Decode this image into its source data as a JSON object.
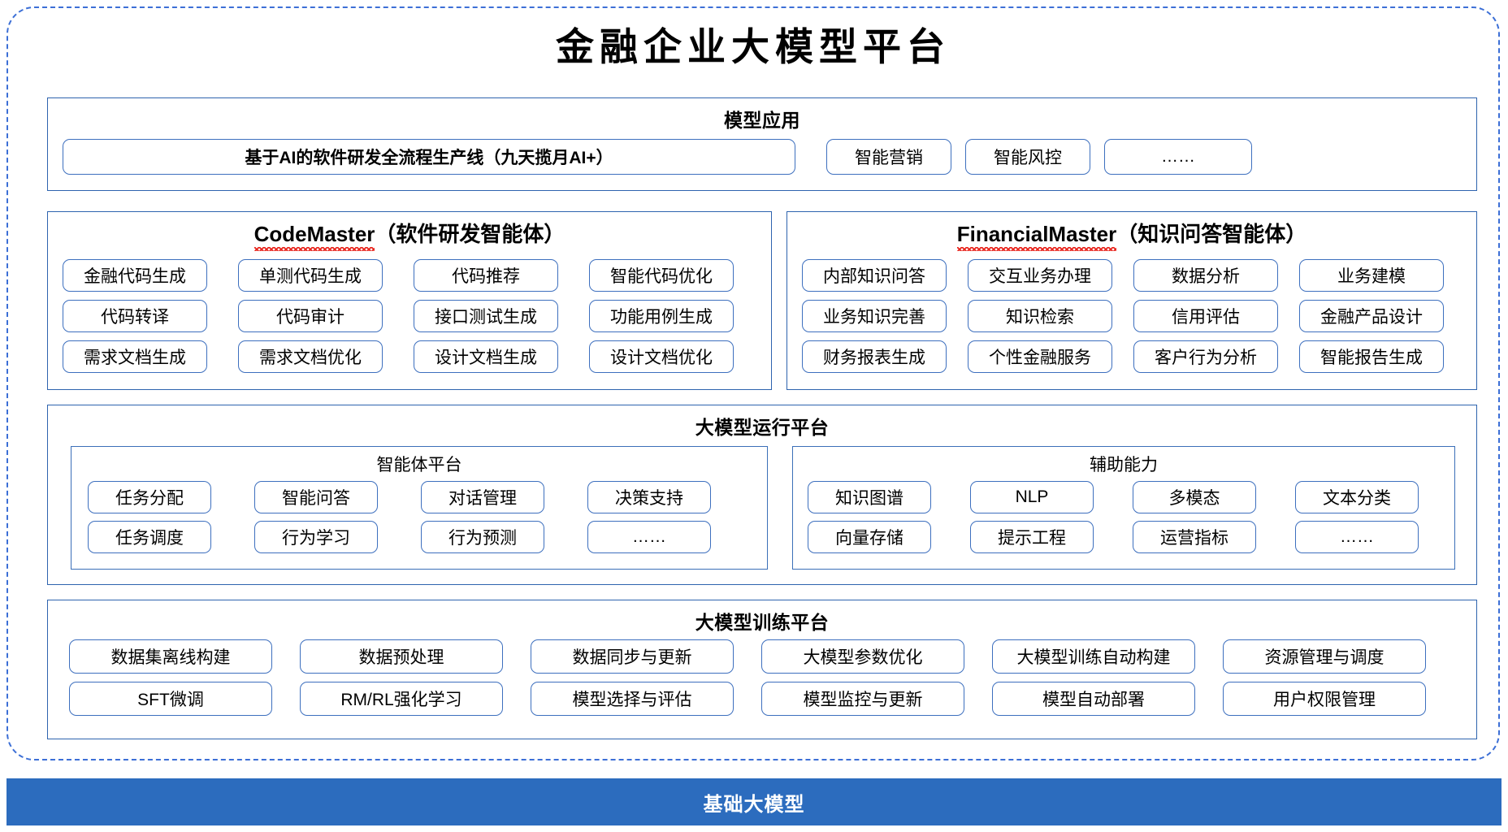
{
  "title": "金融企业大模型平台",
  "application": {
    "title": "模型应用",
    "wide_item": "基于AI的软件研发全流程生产线（九天揽月AI+）",
    "items": [
      "智能营销",
      "智能风控",
      "……"
    ]
  },
  "agents": [
    {
      "name": "CodeMaster",
      "suffix": "（软件研发智能体）",
      "misspelled": true,
      "items": [
        "金融代码生成",
        "单测代码生成",
        "代码推荐",
        "智能代码优化",
        "代码转译",
        "代码审计",
        "接口测试生成",
        "功能用例生成",
        "需求文档生成",
        "需求文档优化",
        "设计文档生成",
        "设计文档优化"
      ]
    },
    {
      "name": "FinancialMaster",
      "suffix": "（知识问答智能体）",
      "misspelled": true,
      "items": [
        "内部知识问答",
        "交互业务办理",
        "数据分析",
        "业务建模",
        "业务知识完善",
        "知识检索",
        "信用评估",
        "金融产品设计",
        "财务报表生成",
        "个性金融服务",
        "客户行为分析",
        "智能报告生成"
      ]
    }
  ],
  "runtime": {
    "title": "大模型运行平台",
    "groups": [
      {
        "title": "智能体平台",
        "items": [
          "任务分配",
          "智能问答",
          "对话管理",
          "决策支持",
          "任务调度",
          "行为学习",
          "行为预测",
          "……"
        ]
      },
      {
        "title": "辅助能力",
        "items": [
          "知识图谱",
          "NLP",
          "多模态",
          "文本分类",
          "向量存储",
          "提示工程",
          "运营指标",
          "……"
        ]
      }
    ]
  },
  "training": {
    "title": "大模型训练平台",
    "items": [
      "数据集离线构建",
      "数据预处理",
      "数据同步与更新",
      "大模型参数优化",
      "大模型训练自动构建",
      "资源管理与调度",
      "SFT微调",
      "RM/RL强化学习",
      "模型选择与评估",
      "模型监控与更新",
      "模型自动部署",
      "用户权限管理"
    ]
  },
  "base": {
    "label": "基础大模型"
  },
  "colors": {
    "base_bar": "#2C6CBE",
    "panel_border": "#2E63AE",
    "pill_border": "#3D6FBE",
    "frame_border": "#3C6FD6",
    "spellcheck": "#E8241C"
  }
}
